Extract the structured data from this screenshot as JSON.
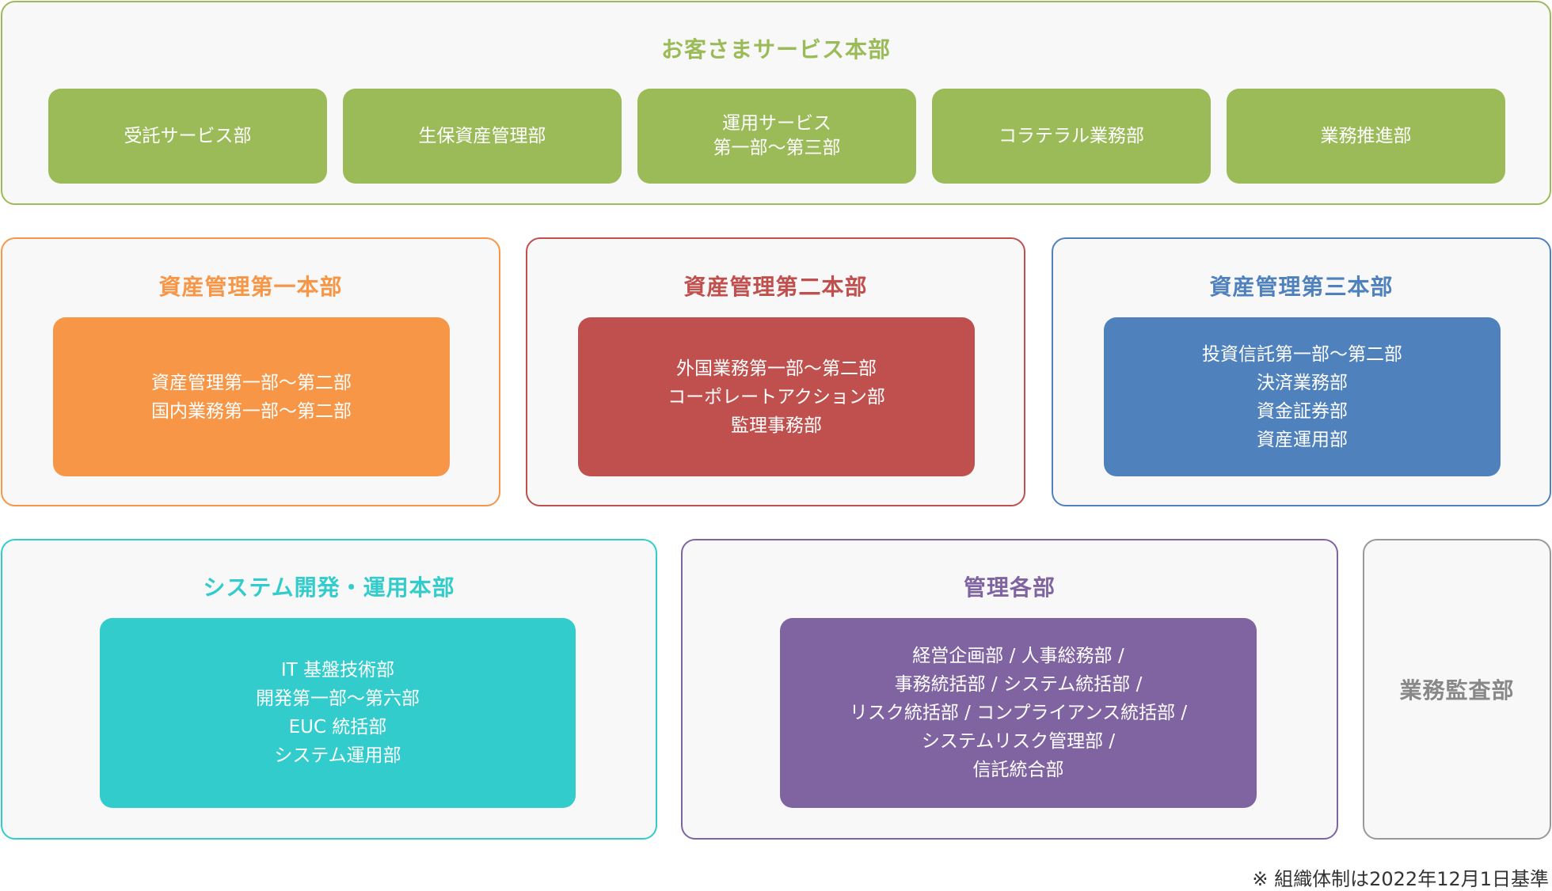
{
  "customer_service": {
    "title": "お客さまサービス本部",
    "departments": [
      [
        "受託サービス部"
      ],
      [
        "生保資産管理部"
      ],
      [
        "運用サービス",
        "第一部～第三部"
      ],
      [
        "コラテラル業務部"
      ],
      [
        "業務推進部"
      ]
    ]
  },
  "asset_mgmt_1": {
    "title": "資産管理第一本部",
    "lines": [
      "資産管理第一部～第二部",
      "国内業務第一部～第二部"
    ]
  },
  "asset_mgmt_2": {
    "title": "資産管理第二本部",
    "lines": [
      "外国業務第一部～第二部",
      "コーポレートアクション部",
      "監理事務部"
    ]
  },
  "asset_mgmt_3": {
    "title": "資産管理第三本部",
    "lines": [
      "投資信託第一部～第二部",
      "決済業務部",
      "資金証券部",
      "資産運用部"
    ]
  },
  "system": {
    "title": "システム開発・運用本部",
    "lines": [
      "IT 基盤技術部",
      "開発第一部～第六部",
      "EUC 統括部",
      "システム運用部"
    ]
  },
  "management": {
    "title": "管理各部",
    "lines": [
      "経営企画部 / 人事総務部 /",
      "事務統括部 / システム統括部 /",
      "リスク統括部 / コンプライアンス統括部 /",
      "システムリスク管理部 /",
      "信託統合部"
    ]
  },
  "audit": {
    "title": "業務監査部"
  },
  "footnote": "※ 組織体制は2022年12月1日基準",
  "colors": {
    "green": "#9bbb59",
    "orange": "#f79646",
    "red": "#c0504d",
    "blue": "#4f81bd",
    "teal": "#33cccc",
    "purple": "#8064a2",
    "gray": "#888888"
  }
}
